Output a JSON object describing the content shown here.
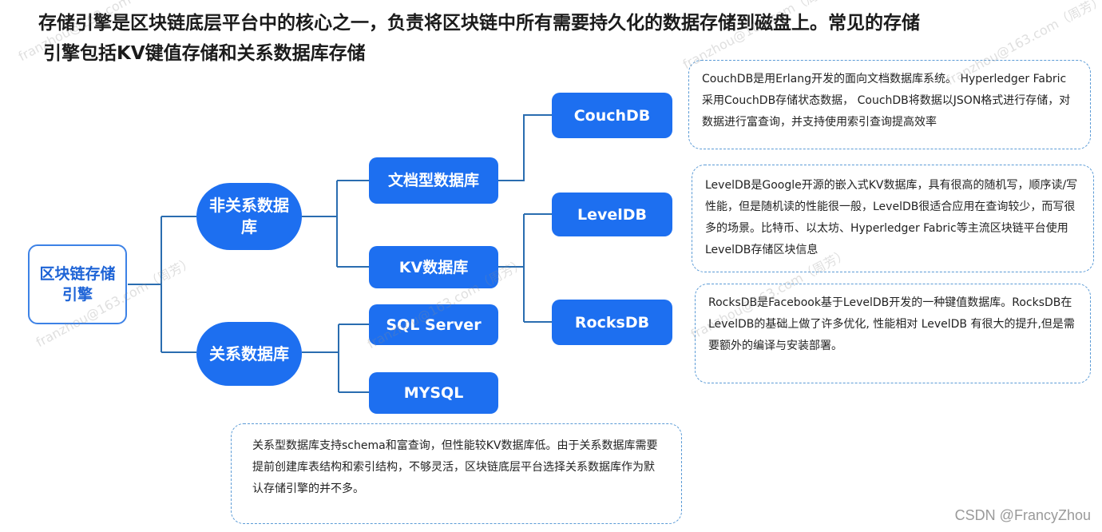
{
  "heading": {
    "line1": "存储引擎是区块链底层平台中的核心之一，负责将区块链中所有需要持久化的数据存储到磁盘上。常见的存储",
    "line2": "引擎包括KV键值存储和关系数据库存储"
  },
  "nodes": {
    "root": "区块链存储引擎",
    "nonrelational": "非关系数据库",
    "relational": "关系数据库",
    "document_db": "文档型数据库",
    "kv_db": "KV数据库",
    "sqlserver": "SQL Server",
    "mysql": "MYSQL",
    "couchdb": "CouchDB",
    "leveldb": "LevelDB",
    "rocksdb": "RocksDB"
  },
  "notes": {
    "couchdb": "CouchDB是用Erlang开发的面向文档数据库系统。 Hyperledger Fabric采用CouchDB存储状态数据， CouchDB将数据以JSON格式进行存储，对数据进行富查询，并支持使用索引查询提高效率",
    "leveldb": "LevelDB是Google开源的嵌入式KV数据库，具有很高的随机写，顺序读/写性能，但是随机读的性能很一般，LevelDB很适合应用在查询较少，而写很多的场景。比特币、以太坊、Hyperledger Fabric等主流区块链平台使用LevelDB存储区块信息",
    "rocksdb": "RocksDB是Facebook基于LevelDB开发的一种键值数据库。RocksDB在LevelDB的基础上做了许多优化, 性能相对 LevelDB 有很大的提升,但是需要额外的编译与安装部署。",
    "relational": "关系型数据库支持schema和富查询，但性能较KV数据库低。由于关系数据库需要提前创建库表结构和索引结构，不够灵活，区块链底层平台选择关系数据库作为默认存储引擎的并不多。"
  },
  "watermark": "franzhou@163.com（周芳）",
  "footer": "CSDN @FrancyZhou",
  "colors": {
    "node_fill": "#1d6ff0",
    "connector": "#2a6db0",
    "note_border": "#5b9bd6",
    "root_border": "#3d82e6"
  }
}
